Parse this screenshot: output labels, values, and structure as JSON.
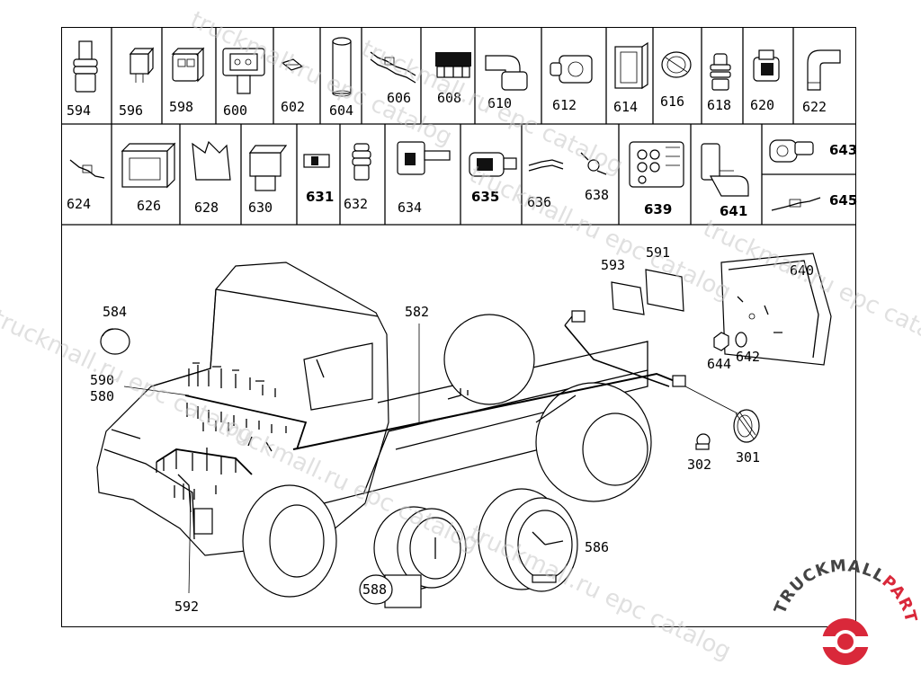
{
  "row1_parts": [
    "594",
    "596",
    "598",
    "600",
    "602",
    "604",
    "606",
    "608",
    "610",
    "612",
    "614",
    "616",
    "618",
    "620",
    "622"
  ],
  "row2_parts": [
    "624",
    "626",
    "628",
    "630",
    "631",
    "632",
    "634",
    "635",
    "636",
    "638",
    "639",
    "641"
  ],
  "row2_right_parts": [
    "643",
    "645"
  ],
  "main_callouts": {
    "harness_main": "582",
    "cap": "584",
    "harness_front_a": "590",
    "harness_front_b": "580",
    "harness_lower": "592",
    "plate_a": "593",
    "plate_b": "591",
    "tail_lamp": "640",
    "nut": "644",
    "washer": "642",
    "bulb": "302",
    "lamp_holder": "301",
    "tachograph": "586",
    "gauge": "588"
  },
  "watermark": "truckmall.ru epc catalog",
  "logo": {
    "text_main": "TRUCKMALL",
    "text_accent": "PARTS",
    "accent_color": "#d9283a"
  },
  "colors": {
    "line": "#000000",
    "watermark": "#c8c8c8",
    "brand": "#d9283a"
  }
}
